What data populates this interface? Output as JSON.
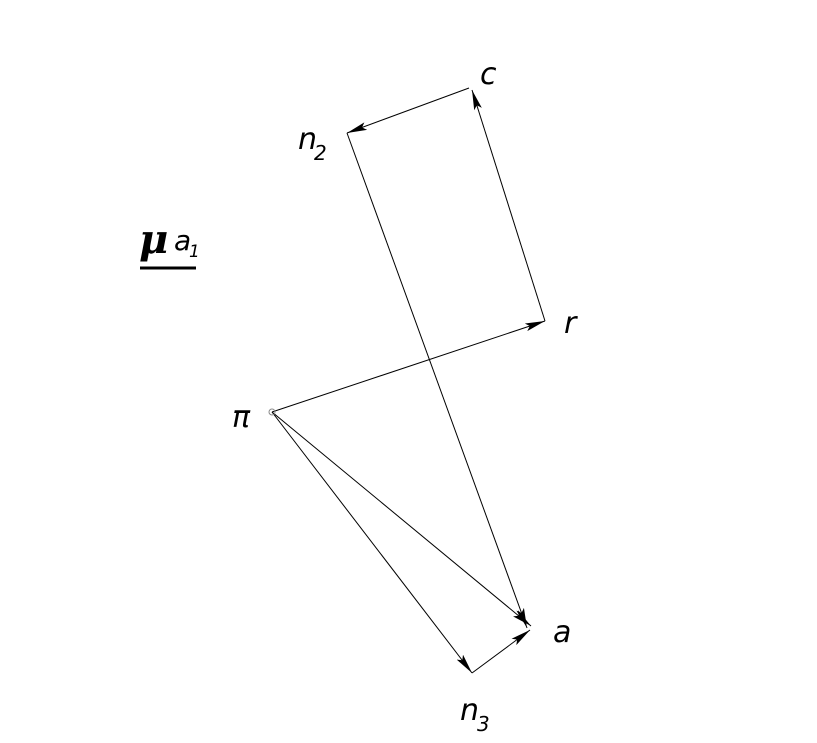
{
  "scale_label": {
    "symbol": "μ",
    "letter": "a",
    "index": "1"
  },
  "points": {
    "pi": "π",
    "a": "a",
    "n3": {
      "base": "n",
      "sub": "3"
    },
    "r": "r",
    "c": "c",
    "n2": {
      "base": "n",
      "sub": "2"
    }
  },
  "colors": {
    "line": "#000000",
    "pole": "#888888"
  }
}
